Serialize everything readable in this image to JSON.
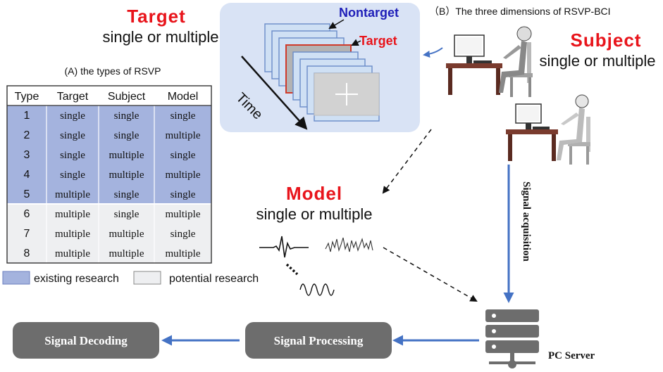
{
  "colors": {
    "red": "#e8141b",
    "blue": "#1f1fb8",
    "existing_fill": "#a4b3de",
    "potential_fill": "#eeeff1",
    "panel_bg": "#d9e3f5",
    "arrow_blue": "#4472c4",
    "box_gray": "#6d6d6d"
  },
  "target_block": {
    "title": "Target",
    "subtitle": "single or multiple"
  },
  "rsvp_panel": {
    "nontarget_label": "Nontarget",
    "target_label": "Target",
    "time_label": "Time"
  },
  "section_b_title": "（B）The three dimensions of RSVP-BCI",
  "subject_block": {
    "title": "Subject",
    "subtitle": "single or multiple"
  },
  "section_a_title": "(A) the types of RSVP",
  "table": {
    "headers": [
      "Type",
      "Target",
      "Subject",
      "Model"
    ],
    "rows": [
      {
        "type": "1",
        "target": "single",
        "subject": "single",
        "model": "single",
        "status": "existing"
      },
      {
        "type": "2",
        "target": "single",
        "subject": "single",
        "model": "multiple",
        "status": "existing"
      },
      {
        "type": "3",
        "target": "single",
        "subject": "multiple",
        "model": "single",
        "status": "existing"
      },
      {
        "type": "4",
        "target": "single",
        "subject": "multiple",
        "model": "multiple",
        "status": "existing"
      },
      {
        "type": "5",
        "target": "multiple",
        "subject": "single",
        "model": "single",
        "status": "existing"
      },
      {
        "type": "6",
        "target": "multiple",
        "subject": "single",
        "model": "multiple",
        "status": "potential"
      },
      {
        "type": "7",
        "target": "multiple",
        "subject": "multiple",
        "model": "single",
        "status": "potential"
      },
      {
        "type": "8",
        "target": "multiple",
        "subject": "multiple",
        "model": "multiple",
        "status": "potential"
      }
    ]
  },
  "legend": {
    "existing": "existing research",
    "potential": "potential research"
  },
  "model_block": {
    "title": "Model",
    "subtitle": "single or multiple"
  },
  "signal_acquisition": "Signal acquisition",
  "pc_server": "PC Server",
  "signal_processing": "Signal Processing",
  "signal_decoding": "Signal Decoding"
}
